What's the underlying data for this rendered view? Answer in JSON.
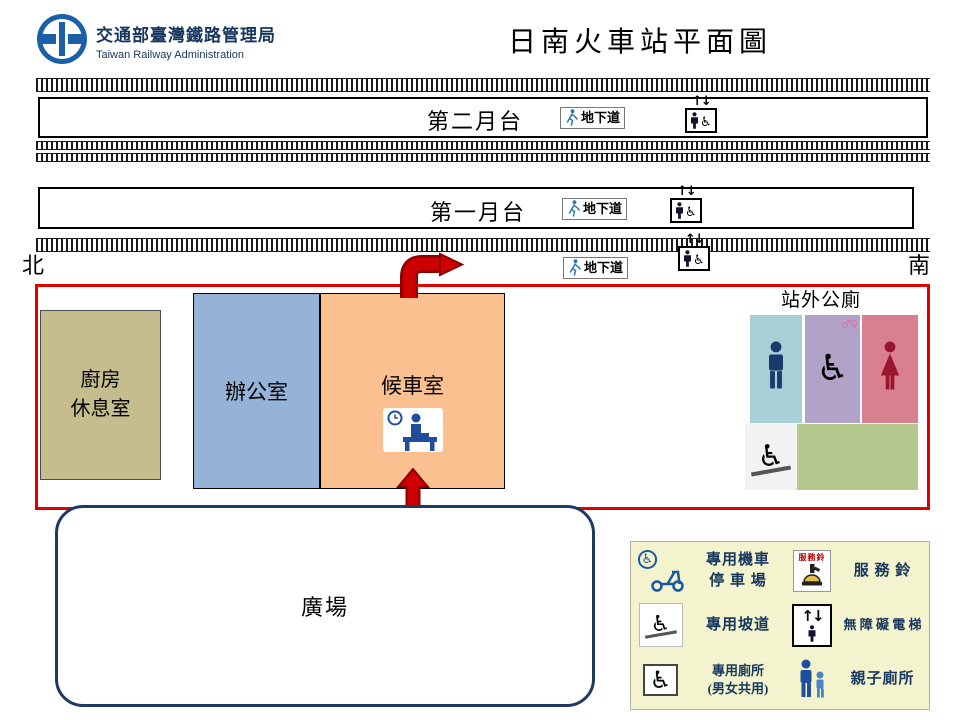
{
  "header": {
    "agency_zh": "交通部臺灣鐵路管理局",
    "agency_en": "Taiwan Railway Administration",
    "title": "日南火車站平面圖"
  },
  "platform2": {
    "label": "第二月台"
  },
  "platform1": {
    "label": "第一月台"
  },
  "underground": {
    "label": "地下道"
  },
  "compass": {
    "north": "北",
    "south": "南"
  },
  "rooms": {
    "kitchen": "廚房\n休息室",
    "office": "辦公室",
    "waiting": "候車室"
  },
  "toilets": {
    "outside_label": "站外公廁"
  },
  "plaza": {
    "label": "廣場"
  },
  "legend": {
    "moto_parking": "專用機車\n停 車 場",
    "bell_icon_text": "服務鈴",
    "service_bell": "服 務 鈴",
    "ramp": "專用坡道",
    "elevator": "無 障 礙 電 梯",
    "toilet": "專用廁所\n(男女共用)",
    "family_toilet": "親子廁所"
  },
  "icons": {
    "elevator_arrows": "↑↓",
    "wheelchair": "♿",
    "gender_symbols": "♂♀"
  },
  "colors": {
    "accent_red": "#cc0000",
    "office_blue": "#95b3d7",
    "waiting_orange": "#fac090",
    "kitchen_khaki": "#c6bd8f",
    "plaza_border": "#1f3864",
    "legend_bg": "#f3f3cd",
    "mens_tile_blue": "#a8cfd8",
    "accessible_tile_purple": "#b3a2c7",
    "womens_tile_pink": "#d9808f",
    "green_tile": "#b5c98e",
    "logo_blue": "#1b5fa8"
  }
}
